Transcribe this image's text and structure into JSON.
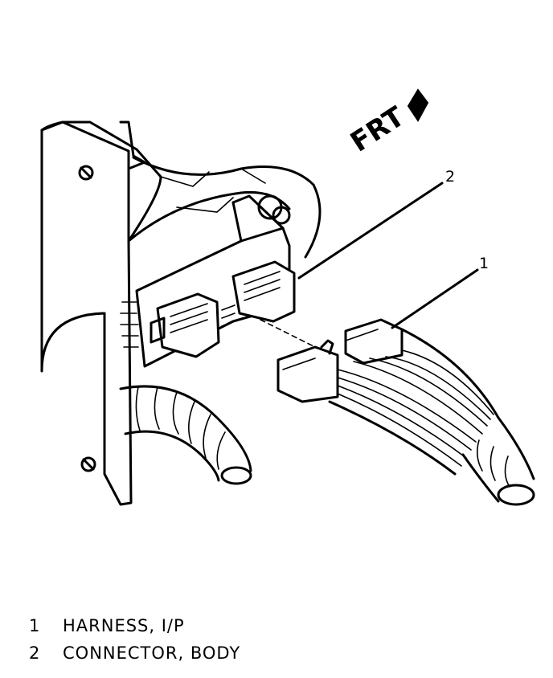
{
  "diagram": {
    "front_arrow_label": "FRT",
    "callouts": [
      {
        "number": "1",
        "label": "HARNESS, I/P"
      },
      {
        "number": "2",
        "label": "CONNECTOR, BODY"
      }
    ]
  }
}
